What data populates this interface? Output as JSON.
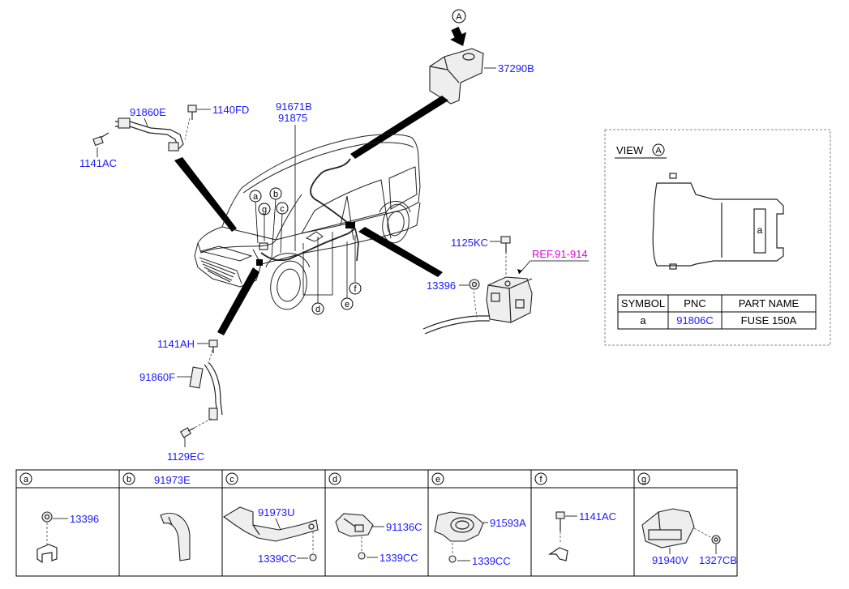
{
  "labels": {
    "p37290b": "37290B",
    "p91860e": "91860E",
    "p1140fd": "1140FD",
    "p1141ac_top": "1141AC",
    "p91671b": "91671B",
    "p91875": "91875",
    "p1125kc": "1125KC",
    "p13396_mid": "13396",
    "ref": "REF.91-914",
    "p1141ah": "1141AH",
    "p91860f": "91860F",
    "p1129ec": "1129EC",
    "marker_a_top": "A"
  },
  "callouts": {
    "a": "a",
    "b": "b",
    "c": "c",
    "d": "d",
    "e": "e",
    "f": "f",
    "g": "g"
  },
  "view": {
    "title": "VIEW",
    "marker": "A",
    "inner_label": "a",
    "headers": [
      "SYMBOL",
      "PNC",
      "PART NAME"
    ],
    "row": {
      "symbol": "a",
      "pnc": "91806C",
      "name": "FUSE 150A"
    }
  },
  "bottom": {
    "a": {
      "id": "a",
      "parts": [
        "13396"
      ]
    },
    "b": {
      "id": "b",
      "header_pnc": "91973E"
    },
    "c": {
      "id": "c",
      "parts": [
        "91973U",
        "1339CC"
      ]
    },
    "d": {
      "id": "d",
      "parts": [
        "91136C",
        "1339CC"
      ]
    },
    "e": {
      "id": "e",
      "parts": [
        "91593A",
        "1339CC"
      ]
    },
    "f": {
      "id": "f",
      "parts": [
        "1141AC"
      ]
    },
    "g": {
      "id": "g",
      "parts": [
        "91940V",
        "1327CB"
      ]
    }
  },
  "colors": {
    "pnc": "#1a1aff",
    "ref": "#e100e1",
    "line": "#000000"
  }
}
